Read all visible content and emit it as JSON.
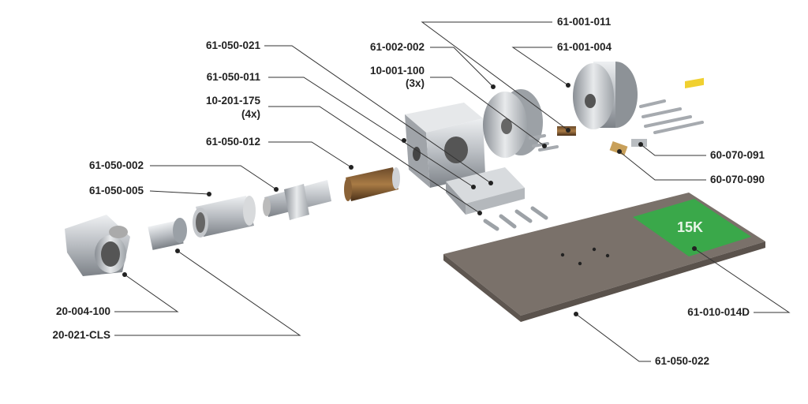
{
  "labels": {
    "p61_001_011": "61-001-011",
    "p61_001_004": "61-001-004",
    "p61_050_021": "61-050-021",
    "p61_002_002": "61-002-002",
    "p10_001_100": "10-001-100",
    "p10_001_100_qty": "(3x)",
    "p61_050_011": "61-050-011",
    "p10_201_175": "10-201-175",
    "p10_201_175_qty": "(4x)",
    "p61_050_012": "61-050-012",
    "p61_050_002": "61-050-002",
    "p61_050_005": "61-050-005",
    "p60_070_091": "60-070-091",
    "p60_070_090": "60-070-090",
    "p20_004_100": "20-004-100",
    "p20_021_CLS": "20-021-CLS",
    "p61_010_014D": "61-010-014D",
    "p61_050_022": "61-050-022"
  },
  "decal": {
    "logo_text": "15K",
    "color": "#3aa84a"
  },
  "colors": {
    "plate": "#7a716a",
    "steel": "#c9ccd0",
    "brass": "#c8a05a",
    "leader": "#333333"
  }
}
